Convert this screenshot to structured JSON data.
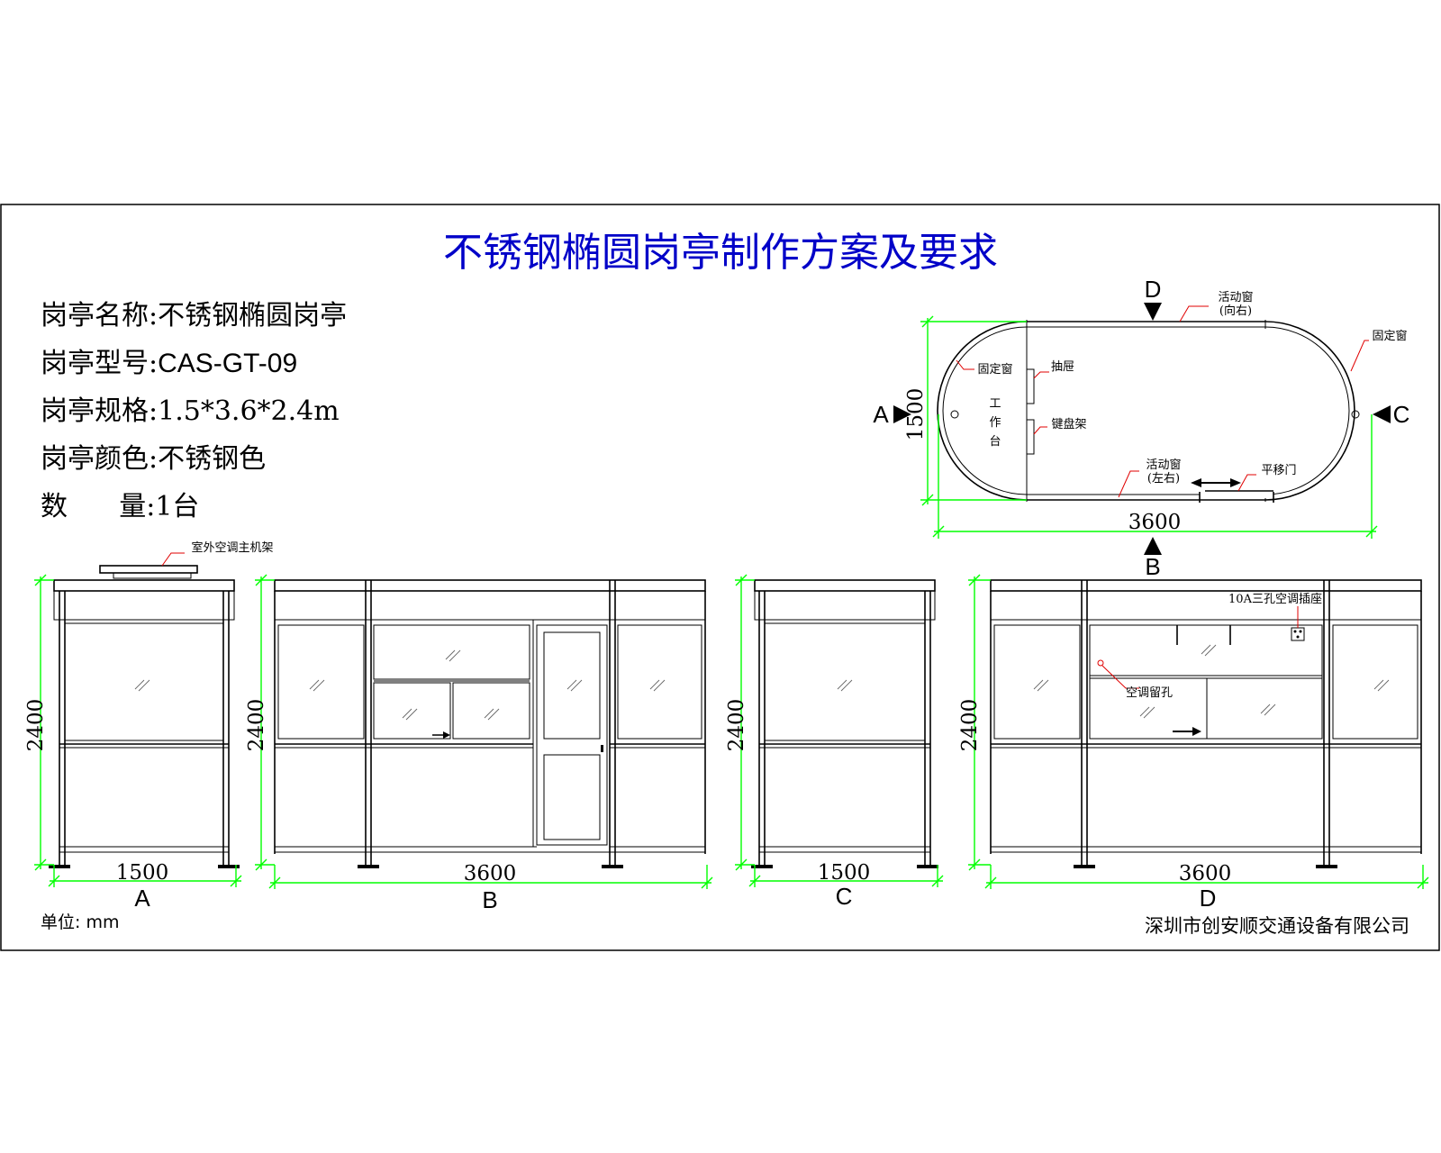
{
  "title": "不锈钢椭圆岗亭制作方案及要求",
  "specs": {
    "name_label": "岗亭名称:",
    "name_value": "不锈钢椭圆岗亭",
    "model_label": "岗亭型号:",
    "model_value": "CAS-GT-09",
    "size_label": "岗亭规格:",
    "size_value": "1.5*3.6*2.4m",
    "color_label": "岗亭颜色:",
    "color_value": "不锈钢色",
    "qty_label": "数      量:",
    "qty_value": "1台"
  },
  "plan": {
    "width_dim": "3600",
    "depth_dim": "1500",
    "view_a": "A",
    "view_b": "B",
    "view_c": "C",
    "view_d": "D",
    "labels": {
      "sliding_right": "活动窗",
      "sliding_right_sub": "(向右)",
      "fixed_right": "固定窗",
      "fixed_left": "固定窗",
      "drawer": "抽屉",
      "keyboard": "键盘架",
      "workbench_1": "工",
      "workbench_2": "作",
      "workbench_3": "台",
      "sliding_left": "活动窗",
      "sliding_left_sub": "(左右)",
      "sliding_door": "平移门"
    }
  },
  "elevations": {
    "height_dim": "2400",
    "a": {
      "width_dim": "1500",
      "label": "A",
      "ac_label": "室外空调主机架"
    },
    "b": {
      "width_dim": "3600",
      "label": "B"
    },
    "c": {
      "width_dim": "1500",
      "label": "C"
    },
    "d": {
      "width_dim": "3600",
      "label": "D",
      "socket_label": "10A三孔空调插座",
      "ac_hole_label": "空调留孔"
    }
  },
  "footer": {
    "unit": "单位: mm",
    "company": "深圳市创安顺交通设备有限公司"
  },
  "colors": {
    "title": "#0000c8",
    "dimension": "#00ff00",
    "leader": "#e00000"
  }
}
